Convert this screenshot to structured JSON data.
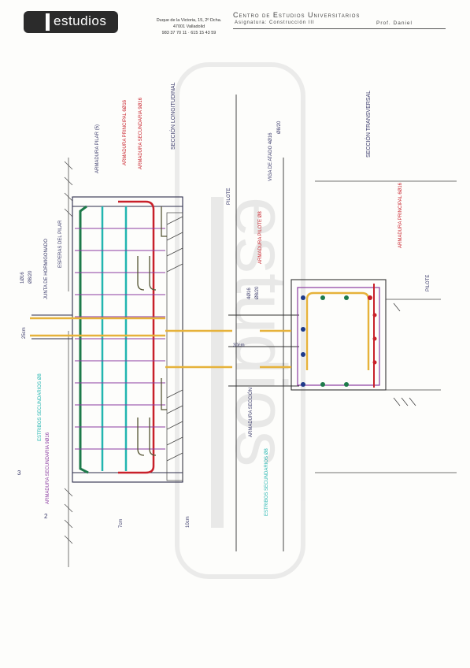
{
  "header": {
    "logo_text": "estudios",
    "address_line1": "Duque de la Victoria, 15, 2º Dcha.",
    "address_line2": "47001 Valladolid",
    "address_line3": "983 37 70 11 · 615 15 43 59",
    "center_title": "Centro de Estudios Universitarios",
    "subject": "Asignatura: Construcción III",
    "professor": "Prof. Daniel"
  },
  "labels": {
    "seccion_longitudinal": "SECCIÓN LONGITUDINAL",
    "seccion_transversal": "SECCIÓN TRANSVERSAL",
    "viga_atado": "VIGA DE ATADO 4Ø16",
    "viga_atado_estribos": "Ø8/20",
    "armadura_principal": "ARMADURA PRINCIPAL 6Ø16",
    "armadura_secundaria": "ARMADURA SECUNDARIA 9Ø16",
    "armadura_pilar": "ARMADURA PILAR (5)",
    "pilote": "PILOTE",
    "junta": "JUNTA DE HORMIGONADO",
    "esperas_pilar": "ESPERAS DEL PILAR",
    "pilar_left_top": "1Ø16",
    "pilar_left_bottom": "Ø8/20",
    "dim_left": "25cm",
    "estribos_secundarios": "ESTRIBOS SECUNDARIOS Ø8",
    "armadura_secundaria_left": "ARMADURA SECUNDARIA 9Ø16",
    "num_2": "2",
    "num_3": "3",
    "dim_7cm": "7cm",
    "dim_10cm": "10cm",
    "armadura_pilot_t": "ARMADURA PILOTE Ø8",
    "viga_4phi": "4Ø16",
    "viga_phi820": "Ø8/20",
    "dim_30cm": "30cm",
    "armadura_seccion": "ARMADURA SECCIÓN",
    "estribos_sec_t": "ESTRIBOS SECUNDARIOS Ø8",
    "armadura_principal_t": "ARMADURA PRINCIPAL 6Ø16",
    "pilote_t": "PILOTE"
  },
  "colors": {
    "line": "#3a3a6a",
    "red": "#c8202a",
    "teal": "#21b5b0",
    "green": "#1d7a4a",
    "yellow": "#e6b23a",
    "purple": "#8a3aa0",
    "watermark": "#d6d6d6"
  }
}
